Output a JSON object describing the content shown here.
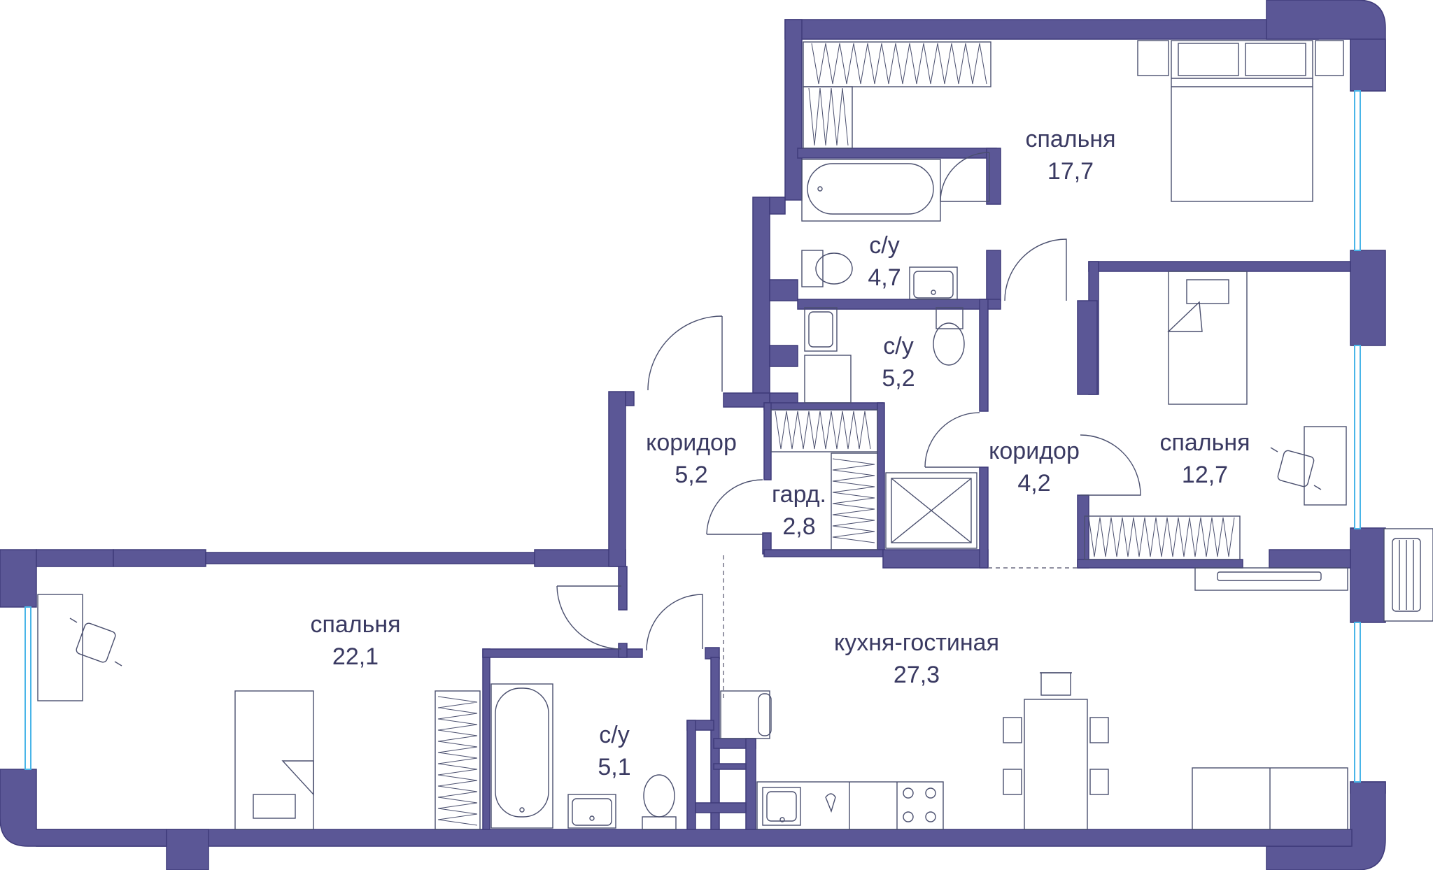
{
  "rooms": [
    {
      "id": "bedroom-top",
      "name": "спальня",
      "area": "17,7"
    },
    {
      "id": "bathroom-top",
      "name": "с/у",
      "area": "4,7"
    },
    {
      "id": "bathroom-mid",
      "name": "с/у",
      "area": "5,2"
    },
    {
      "id": "corridor-left",
      "name": "коридор",
      "area": "5,2"
    },
    {
      "id": "wardrobe",
      "name": "гард.",
      "area": "2,8"
    },
    {
      "id": "corridor-right",
      "name": "коридор",
      "area": "4,2"
    },
    {
      "id": "bedroom-right",
      "name": "спальня",
      "area": "12,7"
    },
    {
      "id": "bedroom-left",
      "name": "спальня",
      "area": "22,1"
    },
    {
      "id": "kitchen-living",
      "name": "кухня-гостиная",
      "area": "27,3"
    },
    {
      "id": "bathroom-bottom",
      "name": "с/у",
      "area": "5,1"
    }
  ],
  "colors": {
    "wall": "#5b5796",
    "window": "#49b5e8",
    "label": "#3a3a62",
    "furniture": "#4a4f6e"
  }
}
